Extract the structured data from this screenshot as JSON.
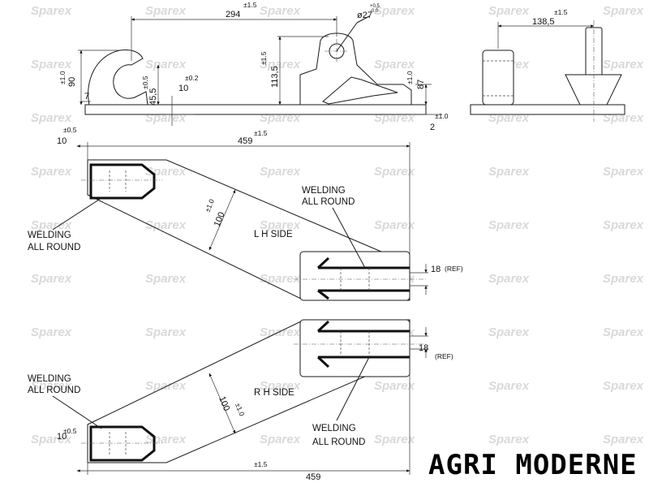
{
  "watermark": "Sparex",
  "brand": "AGRI MODERNE",
  "side_view": {
    "dims": {
      "length_294": "294",
      "tol_294": "±1.5",
      "height_90": "90",
      "tol_90": "±1.0",
      "dim_7": "7",
      "dim_45_5": "45,5",
      "tol_45_5": "±0.5",
      "dim_10": "10",
      "tol_10": "±0.2",
      "height_113_5": "113,5",
      "tol_113_5": "±1.5",
      "hole": "ø27",
      "hole_tol_upper": "+0.5",
      "hole_tol_lower": "-0.0",
      "height_87": "87",
      "tol_87": "±1.0",
      "thick_2": "2",
      "tol_2": "±1.0"
    }
  },
  "end_view": {
    "dims": {
      "width": "138,5",
      "tol": "±1.5"
    }
  },
  "plan_lh": {
    "label": "L H SIDE",
    "len": "459",
    "tol_len": "±1.5",
    "off": "10",
    "tol_off": "±0.5",
    "width": "100",
    "tol_width": "±1.0",
    "weld_left_1": "WELDING",
    "weld_left_2": "ALL  ROUND",
    "weld_right_1": "WELDING",
    "weld_right_2": "ALL  ROUND",
    "ref": "18",
    "ref_label": "(REF)"
  },
  "plan_rh": {
    "label": "R H SIDE",
    "len": "459",
    "tol_len": "±1.5",
    "off": "10",
    "tol_off": "±0.5",
    "width": "100",
    "tol_width": "±1.0",
    "weld_left_1": "WELDING",
    "weld_left_2": "ALL  ROUND",
    "weld_right_1": "WELDING",
    "weld_right_2": "ALL  ROUND",
    "ref": "18",
    "ref_label": "(REF)"
  }
}
